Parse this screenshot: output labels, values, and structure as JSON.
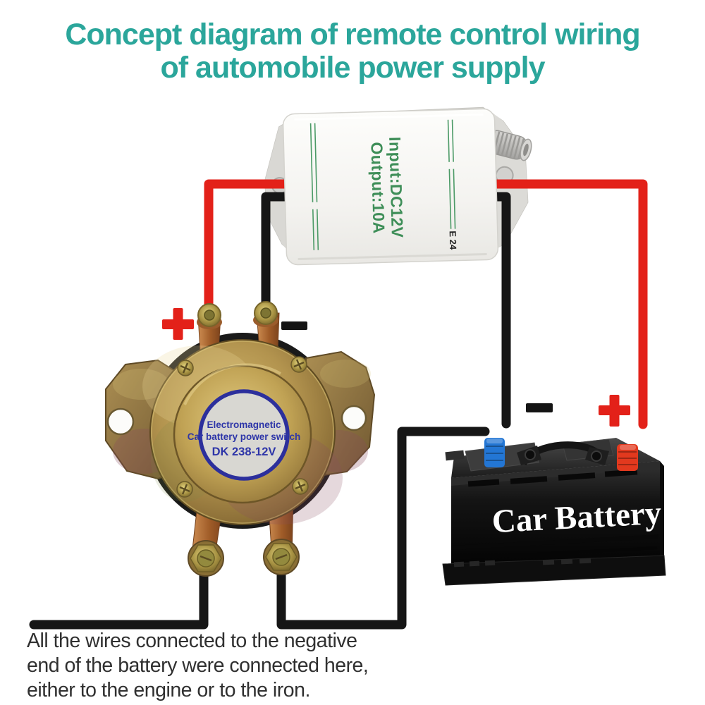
{
  "title": {
    "line1": "Concept diagram of remote control wiring",
    "line2": "of automobile power supply",
    "color": "#2BA69B"
  },
  "receiver": {
    "component": "remote-control-receiver-module",
    "label_line1": "Input:DC12V",
    "label_line2": "Output:10A",
    "code": "E 24",
    "text_color": "#3E8E58"
  },
  "power_switch": {
    "component": "electromagnetic-battery-power-switch",
    "label_line1": "Electromagnetic",
    "label_line2": "Car battery power switch",
    "label_line3": "DK 238-12V",
    "text_color": "#2D35A8"
  },
  "battery": {
    "label": "Car Battery",
    "label_color": "#FFFFFF",
    "negative_terminal_color": "#2376D4",
    "positive_terminal_color": "#E2391E"
  },
  "wires": {
    "positive_color": "#E32119",
    "negative_color": "#161616"
  },
  "symbols": {
    "plus": "+",
    "minus": "−",
    "positive_color": "#E32119",
    "negative_color": "#141414"
  },
  "caption": {
    "line1": "All the wires connected to the negative",
    "line2": "end of the battery were connected here,",
    "line3": "either to the engine or to the iron."
  }
}
